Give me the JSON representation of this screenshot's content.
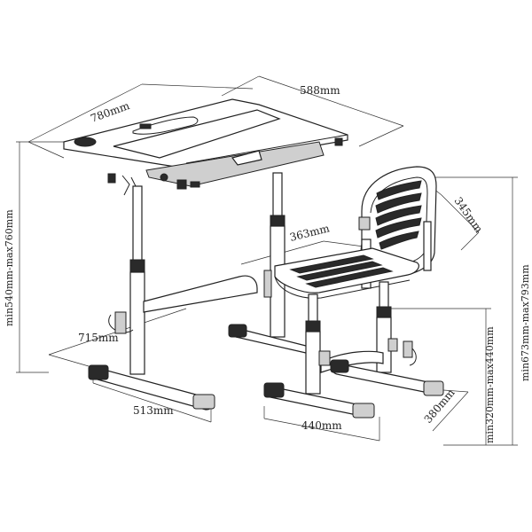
{
  "dimensions": {
    "desk_width": "780mm",
    "desk_depth": "588mm",
    "desk_height": "min540mm-max760mm",
    "desk_base_depth": "715mm",
    "desk_base_width": "513mm",
    "total_height": "min673mm-max793mm",
    "chair_back_width": "345mm",
    "seat_depth": "363mm",
    "seat_height": "min320mm-max440mm",
    "chair_base_width": "440mm",
    "chair_base_depth": "380mm"
  }
}
